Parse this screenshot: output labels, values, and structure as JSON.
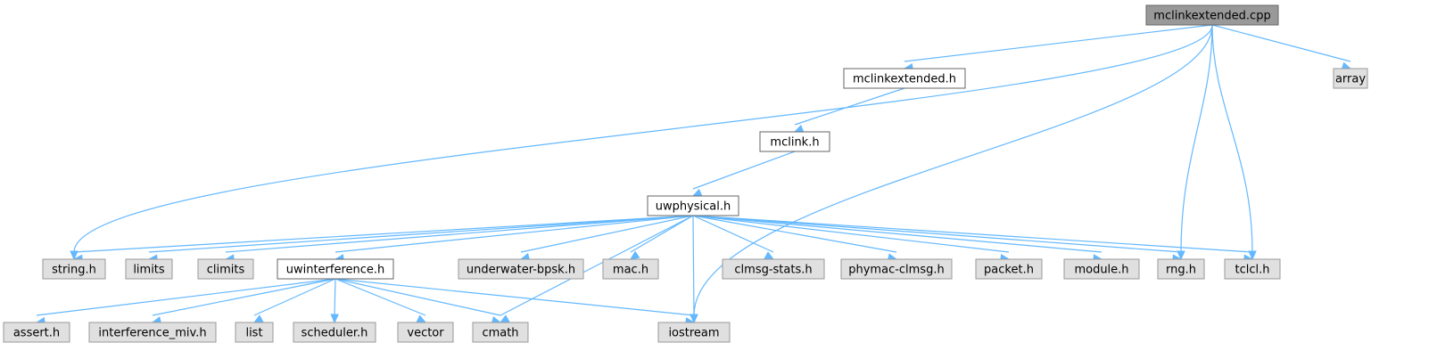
{
  "colors": {
    "root_fill": "#999999",
    "root_border": "#666666",
    "local_fill": "#ffffff",
    "local_border": "#666666",
    "system_fill": "#e0e0e0",
    "system_border": "#999999",
    "edge": "#63b8ff"
  },
  "nodes": [
    {
      "id": "mclinkextended_cpp",
      "label": "mclinkextended.cpp",
      "kind": "root"
    },
    {
      "id": "mclinkextended_h",
      "label": "mclinkextended.h",
      "kind": "local"
    },
    {
      "id": "array",
      "label": "array",
      "kind": "system"
    },
    {
      "id": "mclink_h",
      "label": "mclink.h",
      "kind": "local"
    },
    {
      "id": "uwphysical_h",
      "label": "uwphysical.h",
      "kind": "local"
    },
    {
      "id": "string_h",
      "label": "string.h",
      "kind": "system"
    },
    {
      "id": "limits",
      "label": "limits",
      "kind": "system"
    },
    {
      "id": "climits",
      "label": "climits",
      "kind": "system"
    },
    {
      "id": "uwinterference_h",
      "label": "uwinterference.h",
      "kind": "local"
    },
    {
      "id": "underwater_bpsk_h",
      "label": "underwater-bpsk.h",
      "kind": "system"
    },
    {
      "id": "mac_h",
      "label": "mac.h",
      "kind": "system"
    },
    {
      "id": "clmsg_stats_h",
      "label": "clmsg-stats.h",
      "kind": "system"
    },
    {
      "id": "phymac_clmsg_h",
      "label": "phymac-clmsg.h",
      "kind": "system"
    },
    {
      "id": "packet_h",
      "label": "packet.h",
      "kind": "system"
    },
    {
      "id": "module_h",
      "label": "module.h",
      "kind": "system"
    },
    {
      "id": "rng_h",
      "label": "rng.h",
      "kind": "system"
    },
    {
      "id": "tclcl_h",
      "label": "tclcl.h",
      "kind": "system"
    },
    {
      "id": "assert_h",
      "label": "assert.h",
      "kind": "system"
    },
    {
      "id": "interference_miv_h",
      "label": "interference_miv.h",
      "kind": "system"
    },
    {
      "id": "list",
      "label": "list",
      "kind": "system"
    },
    {
      "id": "scheduler_h",
      "label": "scheduler.h",
      "kind": "system"
    },
    {
      "id": "vector",
      "label": "vector",
      "kind": "system"
    },
    {
      "id": "cmath",
      "label": "cmath",
      "kind": "system"
    },
    {
      "id": "iostream",
      "label": "iostream",
      "kind": "system"
    }
  ],
  "edges": [
    {
      "from": "mclinkextended_cpp",
      "to": "mclinkextended_h"
    },
    {
      "from": "mclinkextended_cpp",
      "to": "string_h"
    },
    {
      "from": "mclinkextended_cpp",
      "to": "rng_h"
    },
    {
      "from": "mclinkextended_cpp",
      "to": "tclcl_h"
    },
    {
      "from": "mclinkextended_cpp",
      "to": "iostream"
    },
    {
      "from": "mclinkextended_cpp",
      "to": "array"
    },
    {
      "from": "mclinkextended_h",
      "to": "mclink_h"
    },
    {
      "from": "mclink_h",
      "to": "uwphysical_h"
    },
    {
      "from": "uwphysical_h",
      "to": "string_h"
    },
    {
      "from": "uwphysical_h",
      "to": "limits"
    },
    {
      "from": "uwphysical_h",
      "to": "climits"
    },
    {
      "from": "uwphysical_h",
      "to": "uwinterference_h"
    },
    {
      "from": "uwphysical_h",
      "to": "cmath"
    },
    {
      "from": "uwphysical_h",
      "to": "underwater_bpsk_h"
    },
    {
      "from": "uwphysical_h",
      "to": "mac_h"
    },
    {
      "from": "uwphysical_h",
      "to": "iostream"
    },
    {
      "from": "uwphysical_h",
      "to": "clmsg_stats_h"
    },
    {
      "from": "uwphysical_h",
      "to": "phymac_clmsg_h"
    },
    {
      "from": "uwphysical_h",
      "to": "packet_h"
    },
    {
      "from": "uwphysical_h",
      "to": "module_h"
    },
    {
      "from": "uwphysical_h",
      "to": "rng_h"
    },
    {
      "from": "uwphysical_h",
      "to": "tclcl_h"
    },
    {
      "from": "uwinterference_h",
      "to": "assert_h"
    },
    {
      "from": "uwinterference_h",
      "to": "interference_miv_h"
    },
    {
      "from": "uwinterference_h",
      "to": "list"
    },
    {
      "from": "uwinterference_h",
      "to": "scheduler_h"
    },
    {
      "from": "uwinterference_h",
      "to": "vector"
    },
    {
      "from": "uwinterference_h",
      "to": "cmath"
    },
    {
      "from": "uwinterference_h",
      "to": "iostream"
    }
  ]
}
